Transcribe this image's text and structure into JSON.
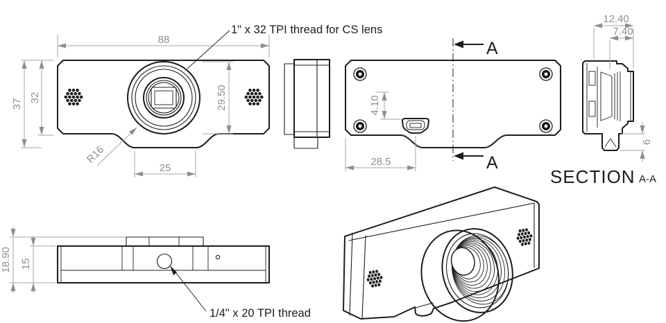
{
  "annotations": {
    "cs_thread": "1\" x 32 TPI thread for CS lens",
    "tripod_thread": "1/4\" x  20 TPI thread",
    "section_title": "SECTION",
    "section_suffix": "A-A",
    "cut_label_top": "A",
    "cut_label_bottom": "A"
  },
  "front_view": {
    "width": "88",
    "overall_height": "37",
    "body_height": "32",
    "lens_boss_dia": "29.50",
    "tab_width": "25",
    "fillet": "R16"
  },
  "back_view": {
    "usb_drop": "4.10",
    "usb_offset": "28.5"
  },
  "section_view": {
    "overall_depth": "12.40",
    "body_depth": "7.40",
    "tab_depth": "6"
  },
  "bottom_view": {
    "overall_depth": "18.90",
    "body_depth": "15"
  },
  "colors": {
    "edge": "#1c1c1c",
    "dimension_line": "#a6a6a6",
    "dimension_text": "#8f8f8f",
    "background": "#ffffff"
  }
}
